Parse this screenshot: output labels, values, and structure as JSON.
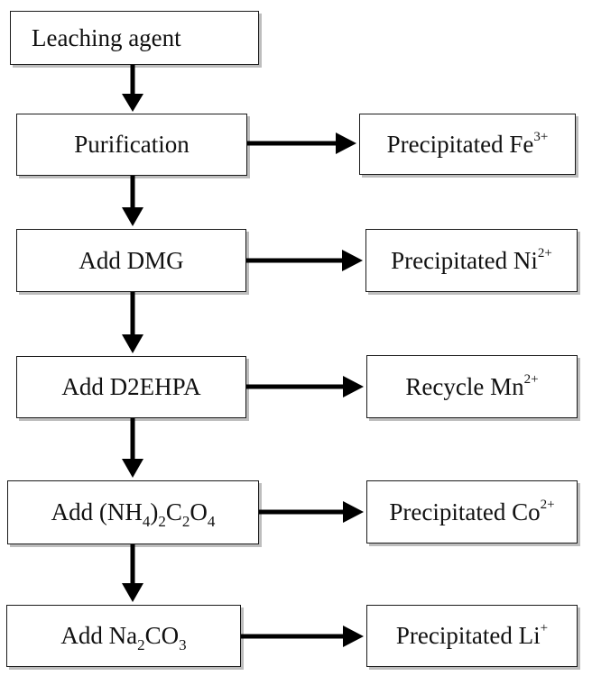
{
  "steps": {
    "leaching": "Leaching agent",
    "purification": "Purification",
    "dmg": "Add DMG",
    "d2ehpa": "Add D2EHPA",
    "oxalate": {
      "prefix": "Add (NH",
      "sub1": "4",
      "mid1": ")",
      "sub2": "2",
      "mid2": "C",
      "sub3": "2",
      "mid3": "O",
      "sub4": "4"
    },
    "carbonate": {
      "prefix": "Add Na",
      "sub1": "2",
      "mid": "CO",
      "sub2": "3"
    }
  },
  "outputs": {
    "fe": {
      "text": "Precipitated Fe",
      "charge": "3+"
    },
    "ni": {
      "text": "Precipitated Ni",
      "charge": "2+"
    },
    "mn": {
      "text": "Recycle Mn",
      "charge": "2+"
    },
    "co": {
      "text": "Precipitated Co",
      "charge": "2+"
    },
    "li": {
      "text": "Precipitated Li",
      "charge": "+"
    }
  }
}
